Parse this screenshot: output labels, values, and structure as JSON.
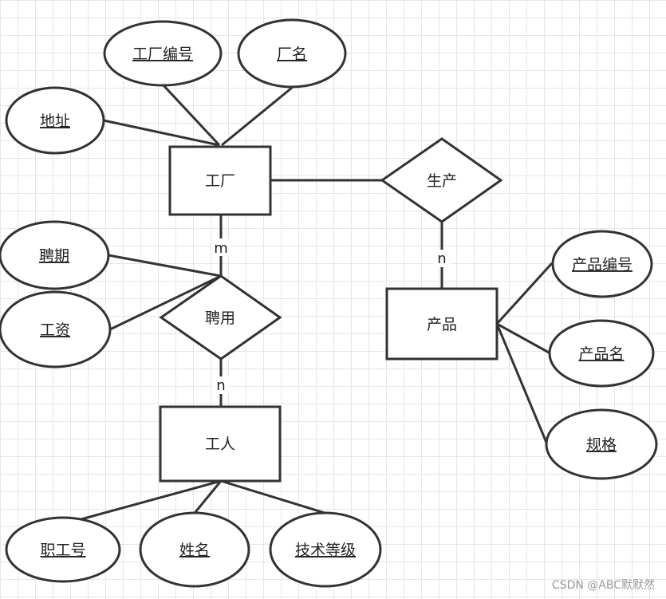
{
  "entities": {
    "factory": "工厂",
    "product": "产品",
    "worker": "工人"
  },
  "relationships": {
    "produce": "生产",
    "employ": "聘用"
  },
  "attributes": {
    "factory_no": "工厂编号",
    "factory_name": "厂名",
    "address": "地址",
    "term": "聘期",
    "wage": "工资",
    "product_no": "产品编号",
    "product_name": "产品名",
    "spec": "规格",
    "worker_no": "职工号",
    "worker_name": "姓名",
    "tech_level": "技术等级"
  },
  "cardinalities": {
    "factory_employ": "m",
    "employ_worker": "n",
    "produce_product": "n"
  },
  "watermark": "CSDN @ABC默默然"
}
